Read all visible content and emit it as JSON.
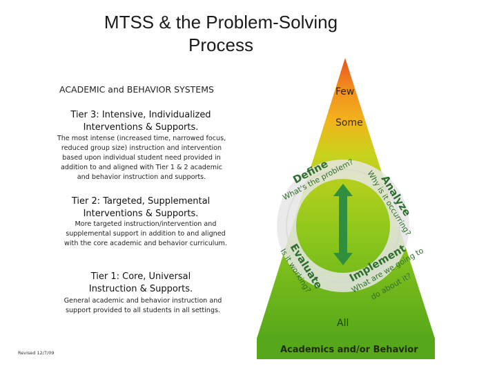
{
  "title_line1": "MTSS & the Problem-Solving",
  "title_line2": "Process",
  "systems_heading": "ACADEMIC and BEHAVIOR SYSTEMS",
  "tiers": [
    {
      "title_line1": "Tier 3: Intensive, Individualized",
      "title_line2": "Interventions & Supports.",
      "description": [
        "The most intense (increased time, narrowed focus,",
        "reduced group size) instruction and intervention",
        "based upon individual student need provided in",
        "addition to and aligned with Tier 1 & 2 academic",
        "and behavior instruction and supports."
      ]
    },
    {
      "title_line1": "Tier 2: Targeted, Supplemental",
      "title_line2": "Interventions & Supports.",
      "description": [
        "More targeted instruction/intervention and",
        "supplemental support in addition to and aligned",
        "with the core academic and behavior curriculum."
      ]
    },
    {
      "title_line1": "Tier 1: Core, Universal",
      "title_line2": "Instruction & Supports.",
      "description": [
        "General academic and behavior instruction and",
        "support provided to all students in all settings."
      ]
    }
  ],
  "revised_note": "Revised 12/7/09",
  "pyramid": {
    "level_few": "Few",
    "level_some": "Some",
    "level_all": "All",
    "base_label": "Academics and/or Behavior",
    "colors": {
      "top": "#e8501e",
      "upper": "#f3b21c",
      "middle": "#c9d21c",
      "lower": "#7fc31c",
      "base": "#56a81a"
    },
    "cycle": {
      "define": "Define",
      "define_q": "What's the problem?",
      "analyze": "Analyze",
      "analyze_q": "Why is it occurring?",
      "implement": "Implement",
      "implement_q1": "What are we going to",
      "implement_q2": "do about it?",
      "evaluate": "Evaluate",
      "evaluate_q": "Is it working?"
    }
  }
}
